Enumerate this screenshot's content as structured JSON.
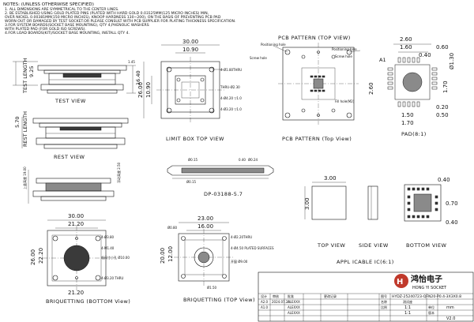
{
  "notes": {
    "title": "NOTES: (UNLESS OTHERWISE SPECIFIED)",
    "lines": [
      "1. ALL DIMENSIONS ARE SYMMETRICAL TO THE CENTER LINES.",
      "2. BE ESTABLISHED USING GOLD PLATED PINS (PLATED WITH HARD GOLD 0.03125MM(125 MICRO INCHES) MIN,",
      "OVER NICKEL 0.00381MM(150 MICRO INCHES), KNOOP HARDNESS 130~200), ON THE BASIS OF PREVENTING PCB PAD",
      "WORN OUT OR DAMAGED BY TEST SOCKET.OR PLEASE CONSULT WITH PCB SUPPLIER FOR PLATING THICKNESS SPECIFICATION.",
      "3.FOR SYSTEM BOARDS(SOCKET BASE MOUNTING), QTY 4,PHENOLIC WASHERS",
      "WITH PLATED PAD (FOR GOLD ISO SCREWS).",
      "4.FOR LOAD BOARDS(KIT)/SOCKET BASE MOUNTING, INSTALL QTY 4."
    ]
  },
  "views": {
    "test_view": "TEST VIEW",
    "rest_view": "REST VIEW",
    "limit_box": "LIMIT BOX   TOP VIEW",
    "pcb_pattern": "PCB PATTERN (TOP VIEW)",
    "pcb_pattern_top": "PCB PATTERN (Top View)",
    "pad": "PAD(8:1)",
    "dp": "DP-03188-5.7",
    "top_view": "TOP VIEW",
    "side_view": "SIDE VIEW",
    "bottom_view": "BOTTOM VIEW",
    "applicable_ic": "APPL ICABLE IC(6:1)",
    "briquetting_bottom": "BRIQUETTING (BOTTOM View)",
    "briquetting_top": "BRIQUETTING (TOP View)"
  },
  "side": {
    "test_length": "TEST LENGTH",
    "rest_length": "REST LENGTH",
    "dim_925": "9.25",
    "dim_145": "1.45",
    "dim_1640": "16.40",
    "dim_570": "5.70",
    "cn_label_a": "浮动高度 2.50",
    "cn_label_b": "上盖高度 19.00"
  },
  "limit_box": {
    "w_outer": "30.00",
    "w_inner": "10.90",
    "h_outer": "26.00",
    "h_inner": "10.90",
    "thru": "4-Ø1.80THRU",
    "thru2": "THRU-Ø2.30",
    "slot": "4-Ø4.20 ▽1.0",
    "dd": "4-Ø3.20 ▽1.0"
  },
  "pcb": {
    "positioning_hole_l": "Positioning hole",
    "positioning_hole_r": "Positioning hole",
    "screw_hole": "Screw hole",
    "screw_hole_r": "Screw hole",
    "fill_hole": "Fill hole(M2)"
  },
  "pad": {
    "label_a1": "A1",
    "d260": "2.60",
    "d160": "1.60",
    "d040": "0.40",
    "d060": "0.60",
    "d130": "Ø1.30",
    "h260": "2.60",
    "h170": "1.70",
    "d020": "0.20",
    "d050": "0.50",
    "d150": "1.50",
    "d170b": "1.70"
  },
  "dp_dims": {
    "a": "Ø0.15",
    "b": "0.40",
    "c": "Ø0.24",
    "d": "Ø0.15"
  },
  "ic": {
    "w300": "3.00",
    "h300": "3.00",
    "d040": "0.40",
    "d070": "0.70",
    "d040b": "0.40"
  },
  "brq_bottom": {
    "w3000": "30.00",
    "w2120": "21.20",
    "h2600": "26.00",
    "h2220": "22.20",
    "d380": "4-Ø3.80",
    "m140": "4-M1.40",
    "cn": "吸尺寸小孔 Ø10.00",
    "thru": "4-Ø3.20 THRU",
    "b2120": "21.20"
  },
  "brq_top": {
    "w2300": "23.00",
    "w1600": "16.00",
    "h2000": "20.00",
    "h1200": "12.00",
    "d080": "Ø0.80",
    "thru": "4-Ø2.20THRU",
    "plated": "4-Ø4.50 PLATED SURFACES",
    "d900": "开窗 Ø9.00",
    "d150": "Ø1.50"
  },
  "title_block": {
    "company_cn": "鸿怡电子",
    "company_en": "HONG YI SOCKET",
    "part_no": "HYDZ-25240723-QFN20-P0.4-3X3X0.8",
    "test_cn": "测试座",
    "unit": "mm",
    "scale": "1:1",
    "scale2": "1:1",
    "version": "V2.0",
    "hdr": [
      "设计",
      "审核",
      "批准",
      "更改记录"
    ],
    "rows": [
      [
        "A2.0",
        "2024.07.23",
        "ALEXXX"
      ],
      [
        "A1.0",
        "",
        "ALEXXX"
      ],
      [
        "",
        "",
        "ALEXXX"
      ]
    ],
    "col_cn": [
      "图号",
      "名称",
      "比例",
      "单位",
      "版本"
    ]
  }
}
